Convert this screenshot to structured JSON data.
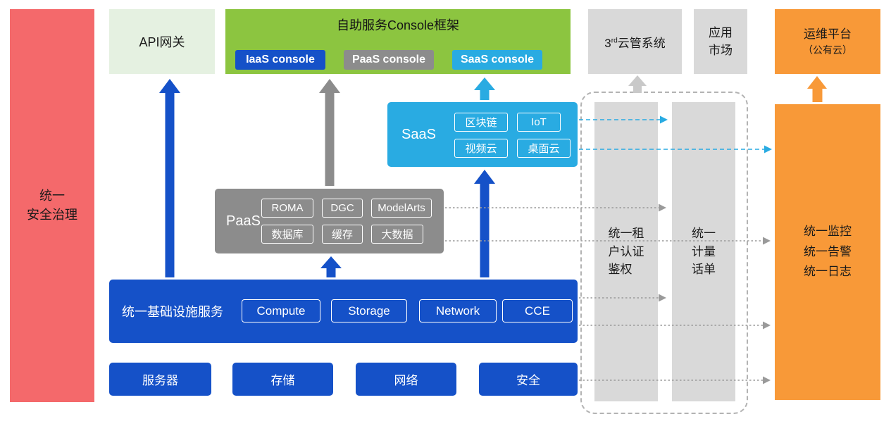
{
  "left_bar": {
    "lines": [
      "统一",
      "安全治理"
    ]
  },
  "api_gateway": {
    "label": "API网关"
  },
  "console_frame": {
    "title": "自助服务Console框架",
    "iaas_button": "IaaS console",
    "paas_button": "PaaS console",
    "saas_button": "SaaS console"
  },
  "third_cloud": {
    "num": "3",
    "sup": "rd",
    "rest": "云管系统"
  },
  "app_market": {
    "lines": [
      "应用",
      "市场"
    ]
  },
  "om_platform": {
    "lines": [
      "运维平台",
      "（公有云）"
    ]
  },
  "saas_box": {
    "label": "SaaS",
    "chips": [
      "区块链",
      "IoT",
      "视频云",
      "桌面云"
    ]
  },
  "paas_box": {
    "label": "PaaS",
    "chips": [
      "ROMA",
      "DGC",
      "ModelArts",
      "数据库",
      "缓存",
      "大数据"
    ]
  },
  "infra_box": {
    "label": "统一基础设施服务",
    "chips": [
      "Compute",
      "Storage",
      "Network",
      "CCE"
    ]
  },
  "bottom_row": [
    "服务器",
    "存储",
    "网络",
    "安全"
  ],
  "auth_bar": {
    "lines": [
      "统一租",
      "户认证",
      "鉴权"
    ]
  },
  "metering_bar": {
    "lines": [
      "统一",
      "计量",
      "话单"
    ]
  },
  "monitor_bar": {
    "lines": [
      "统一监控",
      "统一告警",
      "统一日志"
    ]
  },
  "colors": {
    "red": "#F4696B",
    "light_green": "#E5F1E1",
    "green": "#8CC540",
    "blue": "#1551C8",
    "gray_light": "#D9D9D9",
    "gray_dark": "#8C8C8C",
    "cyan": "#29ABE2",
    "orange": "#F89938"
  }
}
